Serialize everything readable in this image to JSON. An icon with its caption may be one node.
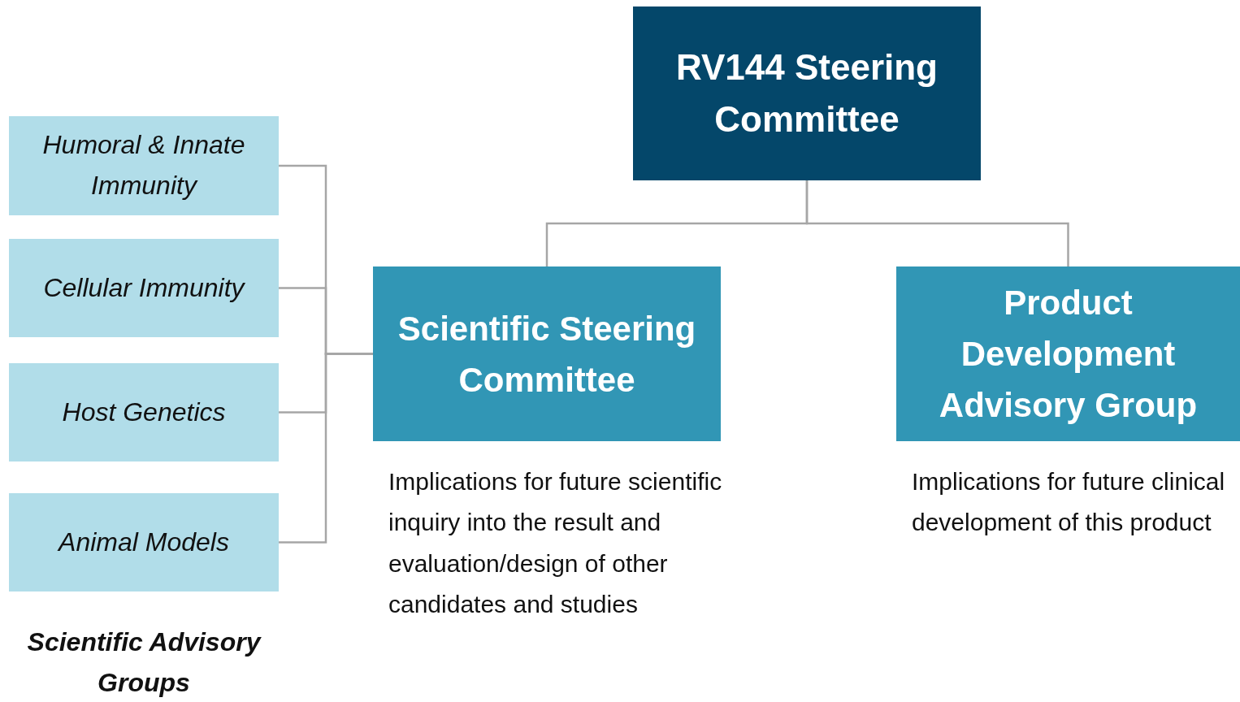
{
  "diagram": {
    "nodes": [
      {
        "text": [
          "RV144 Steering Committee"
        ]
      },
      {
        "text": [
          "Scientific Steering Committee"
        ],
        "beside": [
          "Implications for future scientific inquiry into the result and evaluation/design of other candidates and studies"
        ]
      },
      {
        "text": [
          "Product Development Advisory Group"
        ],
        "beside": [
          "Implications for future clinical development of this product"
        ]
      },
      {
        "text": [
          "Humoral & Innate Immunity"
        ]
      },
      {
        "text": [
          "Cellular Immunity"
        ]
      },
      {
        "text": [
          "Host Genetics"
        ]
      },
      {
        "text": [
          "Animal Models"
        ]
      }
    ],
    "edges": [
      {
        "from": 0,
        "to": 1,
        "arrow": "none"
      },
      {
        "from": 0,
        "to": 2,
        "arrow": "none"
      },
      {
        "from": 3,
        "to": 1,
        "arrow": "none"
      },
      {
        "from": 4,
        "to": 1,
        "arrow": "none"
      },
      {
        "from": 5,
        "to": 1,
        "arrow": "none"
      },
      {
        "from": 6,
        "to": 1,
        "arrow": "none"
      }
    ],
    "labels": [
      "Scientific Advisory Groups"
    ]
  }
}
